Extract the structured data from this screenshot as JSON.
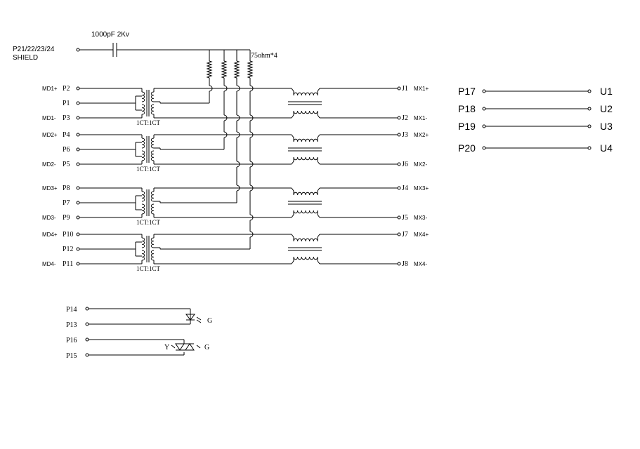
{
  "schematic": {
    "capacitor_label": "1000pF 2Kv",
    "shield_pins": "P21/22/23/24",
    "shield_label": "SHIELD",
    "resistor_label": "75ohm*4",
    "ratio_label": "1CT:1CT",
    "channels": [
      {
        "plus_signal": "MD1+",
        "plus_pin": "P2",
        "ct_pin": "P1",
        "minus_signal": "MD1-",
        "minus_pin": "P3",
        "plus_jack": "J1",
        "plus_out": "MX1+",
        "minus_jack": "J2",
        "minus_out": "MX1-"
      },
      {
        "plus_signal": "MD2+",
        "plus_pin": "P4",
        "ct_pin": "P6",
        "minus_signal": "MD2-",
        "minus_pin": "P5",
        "plus_jack": "J3",
        "plus_out": "MX2+",
        "minus_jack": "J6",
        "minus_out": "MX2-"
      },
      {
        "plus_signal": "MD3+",
        "plus_pin": "P8",
        "ct_pin": "P7",
        "minus_signal": "MD3-",
        "minus_pin": "P9",
        "plus_jack": "J4",
        "plus_out": "MX3+",
        "minus_jack": "J5",
        "minus_out": "MX3-"
      },
      {
        "plus_signal": "MD4+",
        "plus_pin": "P10",
        "ct_pin": "P12",
        "minus_signal": "MD4-",
        "minus_pin": "P11",
        "plus_jack": "J7",
        "plus_out": "MX4+",
        "minus_jack": "J8",
        "minus_out": "MX4-"
      }
    ],
    "leds": [
      {
        "pin_a": "P14",
        "pin_b": "P13",
        "color_a": "",
        "color_b": "G"
      },
      {
        "pin_a": "P16",
        "pin_b": "P15",
        "color_a": "Y",
        "color_b": "G"
      }
    ],
    "u_pins": [
      {
        "p": "P17",
        "u": "U1"
      },
      {
        "p": "P18",
        "u": "U2"
      },
      {
        "p": "P19",
        "u": "U3"
      },
      {
        "p": "P20",
        "u": "U4"
      }
    ]
  }
}
